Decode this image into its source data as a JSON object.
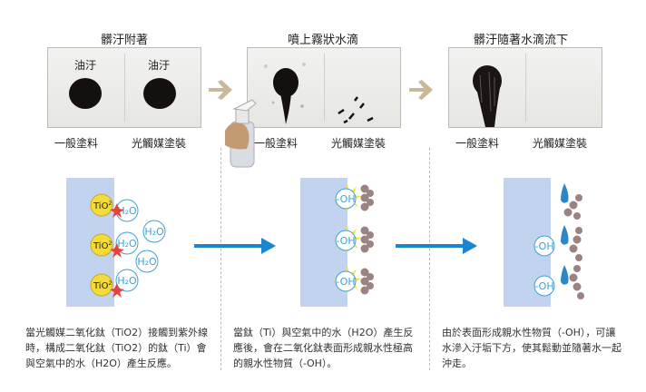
{
  "steps": [
    {
      "title": "髒汙附著",
      "photo_labels": [
        "油汙",
        "油汙"
      ],
      "captions": [
        "一般塗料",
        "光觸媒塗裝"
      ]
    },
    {
      "title": "噴上霧狀水滴",
      "captions": [
        "一般塗料",
        "光觸媒塗裝"
      ]
    },
    {
      "title": "髒汙隨著水滴流下",
      "captions": [
        "一般塗料",
        "光觸媒塗裝"
      ]
    }
  ],
  "diagram1": {
    "tio2_label": "TiO",
    "tio2_sup": "2",
    "h2o_label": "H₂O"
  },
  "diagram2": {
    "oh_label": "-OH"
  },
  "diagram3": {
    "oh_label": "-OH"
  },
  "descriptions": [
    {
      "lines": [
        "當光觸媒二氧化鈦（TiO2）接觸到紫外線",
        "時，構成二氧化鈦（TiO2）的鈦（Ti）會",
        "與空氣中的水（H2O）產生反應。"
      ]
    },
    {
      "lines": [
        "當鈦（Ti）與空氣中的水（H2O）產生反",
        "應後，會在二氧化鈦表面形成親水性極高",
        "的親水性物質（-OH）。"
      ]
    },
    {
      "lines": [
        "由於表面形成親水性物質（-OH），可讓",
        "水滲入汙垢下方，使其鬆動並隨著水一起",
        "沖走。"
      ]
    }
  ],
  "colors": {
    "arrow_gray": "#c9b99a",
    "arrow_blue": "#1a86d0",
    "panel_blue": "#c2d3ef",
    "tio2_yellow": "#f3dc3a",
    "star_red": "#e8403a",
    "ray_yellow": "#f6e632",
    "dirt_brown": "#9b8384",
    "water_blue": "#2f86c6"
  }
}
